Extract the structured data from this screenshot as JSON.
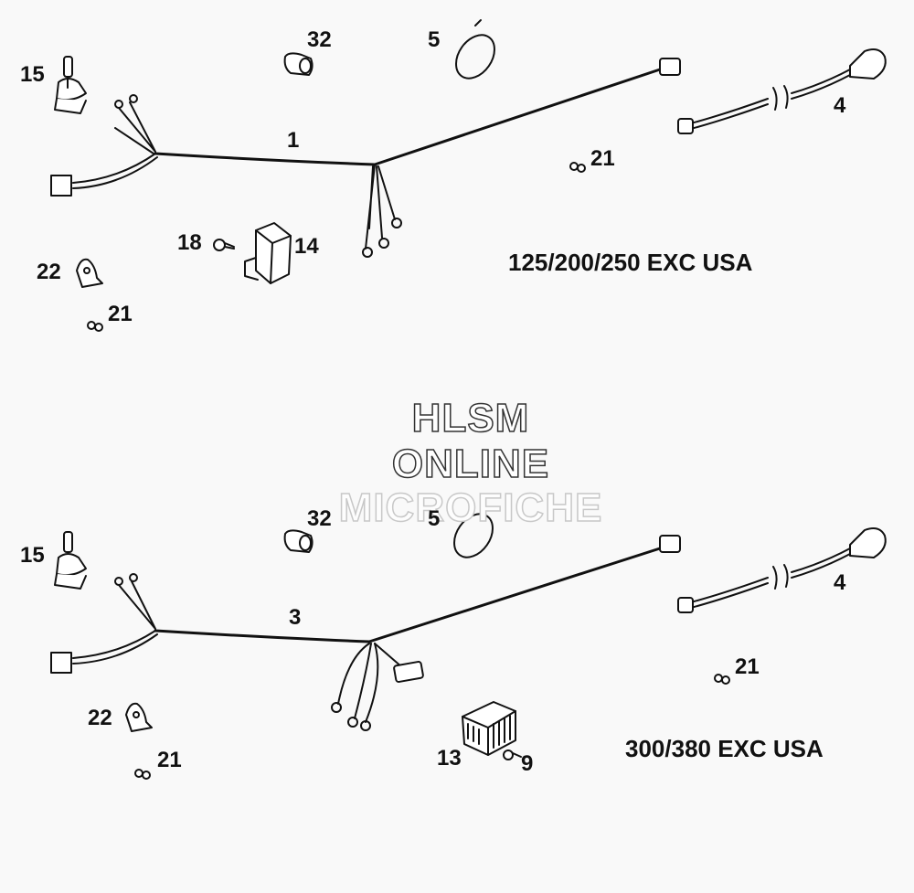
{
  "callouts": {
    "c1": "1",
    "c3": "3",
    "c4": "4",
    "c5": "5",
    "c9": "9",
    "c13": "13",
    "c14": "14",
    "c15": "15",
    "c18": "18",
    "c21": "21",
    "c22": "22",
    "c32": "32"
  },
  "models": {
    "top": "125/200/250 EXC USA",
    "bottom": "300/380 EXC USA"
  },
  "watermark": {
    "line1": "HLSM",
    "line2": "ONLINE",
    "line3": "MICROFICHE"
  }
}
